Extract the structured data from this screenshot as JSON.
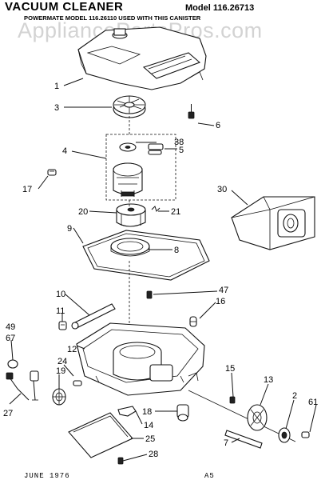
{
  "title": "VACUUM CLEANER",
  "model": "Model 116.26713",
  "subtitle": "POWERMATE MODEL 116.26110 USED WITH THIS CANISTER",
  "watermark": "AppliancePartsPros.com",
  "footer": {
    "date": "JUNE 1976",
    "code": "A5"
  },
  "callouts": {
    "p1": "1",
    "p3": "3",
    "p6": "6",
    "p4": "4",
    "p38": "38",
    "p5": "5",
    "p17": "17",
    "p30": "30",
    "p20": "20",
    "p21": "21",
    "p9": "9",
    "p8": "8",
    "p10": "10",
    "p47": "47",
    "p11": "11",
    "p16": "16",
    "p49": "49",
    "p67": "67",
    "p12": "12",
    "p24": "24",
    "p19": "19",
    "p15": "15",
    "p13": "13",
    "p2": "2",
    "p61": "61",
    "p27": "27",
    "p18": "18",
    "p14": "14",
    "p7": "7",
    "p25": "25",
    "p28": "28"
  }
}
